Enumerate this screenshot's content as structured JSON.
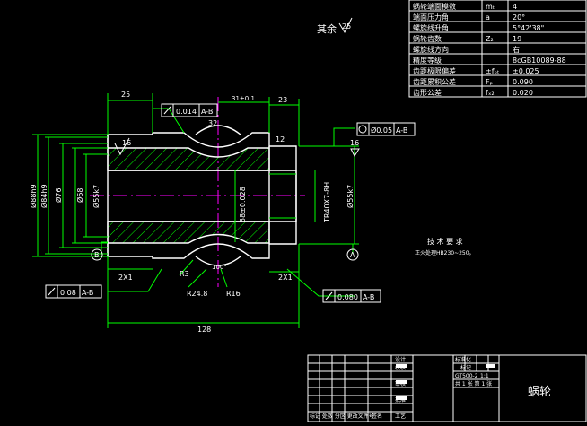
{
  "param_table": {
    "rows": [
      {
        "name": "蜗轮端面模数",
        "symbol": "mₜ",
        "value": "4"
      },
      {
        "name": "端面压力角",
        "symbol": "a",
        "value": "20°"
      },
      {
        "name": "螺旋线升角",
        "symbol": "",
        "value": "5°42'38\""
      },
      {
        "name": "蜗轮齿数",
        "symbol": "Z₂",
        "value": "19"
      },
      {
        "name": "螺旋线方向",
        "symbol": "",
        "value": "右"
      },
      {
        "name": "精度等级",
        "symbol": "",
        "value": "8cGB10089-88"
      },
      {
        "name": "齿距极限偏差",
        "symbol": "±fₚₜ",
        "value": "±0.025"
      },
      {
        "name": "齿距累积公差",
        "symbol": "Fₚ",
        "value": "0.090"
      },
      {
        "name": "齿形公差",
        "symbol": "fₓ₂",
        "value": "0.020"
      }
    ]
  },
  "surface": {
    "label": "其余",
    "value": "25"
  },
  "dimensions": {
    "d25": "25",
    "d31": "31±0.1",
    "d23": "23",
    "d128": "128",
    "d2x1_left": "2X1",
    "d2x1_right": "2X1",
    "dia88": "Ø88h9",
    "dia84": "Ø84h9",
    "dia76": "Ø76",
    "dia68": "Ø68",
    "dia55": "Ø55k7",
    "dia55_right": "Ø55k7",
    "thread": "TR40X7-8H",
    "center": "58±0.028",
    "r3": "R3",
    "r248": "R24.8",
    "r16": "R16",
    "ang": "100°",
    "ang12": "12",
    "ang32": "32",
    "rough16_left": "16",
    "rough16_right": "16"
  },
  "tolerances": {
    "runout_top": {
      "tol": "0.014",
      "datum": "A-B"
    },
    "concentric": {
      "tol": "Ø0.05",
      "datum": "A-B"
    },
    "runout_left": {
      "tol": "0.08",
      "datum": "A-B"
    },
    "runout_right": {
      "tol": "0.080",
      "datum": "A-B"
    }
  },
  "datums": {
    "left": "B",
    "right": "A"
  },
  "tech_req": {
    "title": "技 术 要 求",
    "line1": "正火处理HB230~250。"
  },
  "title_block": {
    "part_name": "蜗轮",
    "scale": "1:1",
    "sheet": "共 1 张  第 1 张",
    "drawing_no": "GT500-2",
    "labels": [
      "设计",
      "校核",
      "审核",
      "批准",
      "标准化",
      "标记",
      "工艺"
    ],
    "bottom_left": "标记  处数  分区  更改文件号",
    "sign": "签名"
  },
  "colors": {
    "white": "#ffffff",
    "green": "#00ff00",
    "cyan": "#00ffff",
    "magenta": "#ff00ff",
    "yellow": "#ffff00"
  }
}
